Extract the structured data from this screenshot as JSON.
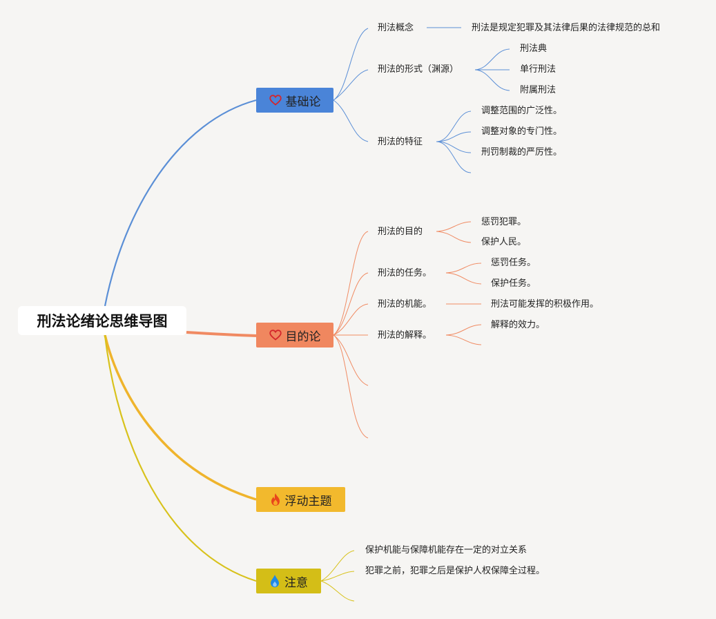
{
  "root": {
    "label": "刑法论绪论思维导图"
  },
  "colors": {
    "basic": "#4a84d8",
    "basic_line": "#5b8fd6",
    "goal": "#f0875f",
    "goal_line": "#f08a62",
    "float": "#f2b92d",
    "float_line": "#efb42c",
    "note": "#d4be17",
    "note_line": "#d8c21c"
  },
  "branches": {
    "basic": {
      "label": "基础论",
      "icon": "heart-outline-icon",
      "children": [
        {
          "label": "刑法概念",
          "children": [
            {
              "label": "刑法是规定犯罪及其法律后果的法律规范的总和"
            }
          ]
        },
        {
          "label": "刑法的形式（渊源）",
          "children": [
            {
              "label": "刑法典"
            },
            {
              "label": "单行刑法"
            },
            {
              "label": "附属刑法"
            }
          ]
        },
        {
          "label": "刑法的特征",
          "children": [
            {
              "label": "调整范围的广泛性。"
            },
            {
              "label": "调整对象的专门性。"
            },
            {
              "label": "刑罚制裁的严厉性。"
            }
          ]
        }
      ]
    },
    "goal": {
      "label": "目的论",
      "icon": "heart-outline-icon",
      "children": [
        {
          "label": "刑法的目的",
          "children": [
            {
              "label": "惩罚犯罪。"
            },
            {
              "label": "保护人民。"
            }
          ]
        },
        {
          "label": "刑法的任务。",
          "children": [
            {
              "label": "惩罚任务。"
            },
            {
              "label": "保护任务。"
            }
          ]
        },
        {
          "label": "刑法的机能。",
          "children": [
            {
              "label": "刑法可能发挥的积极作用。"
            }
          ]
        },
        {
          "label": "刑法的解释。",
          "children": [
            {
              "label": "解释的效力。"
            }
          ]
        }
      ]
    },
    "float": {
      "label": "浮动主题",
      "icon": "fire-icon"
    },
    "note": {
      "label": "注意",
      "icon": "water-drop-icon",
      "children": [
        {
          "label": "保护机能与保障机能存在一定的对立关系"
        },
        {
          "label": "犯罪之前，犯罪之后是保护人权保障全过程。"
        }
      ]
    }
  }
}
